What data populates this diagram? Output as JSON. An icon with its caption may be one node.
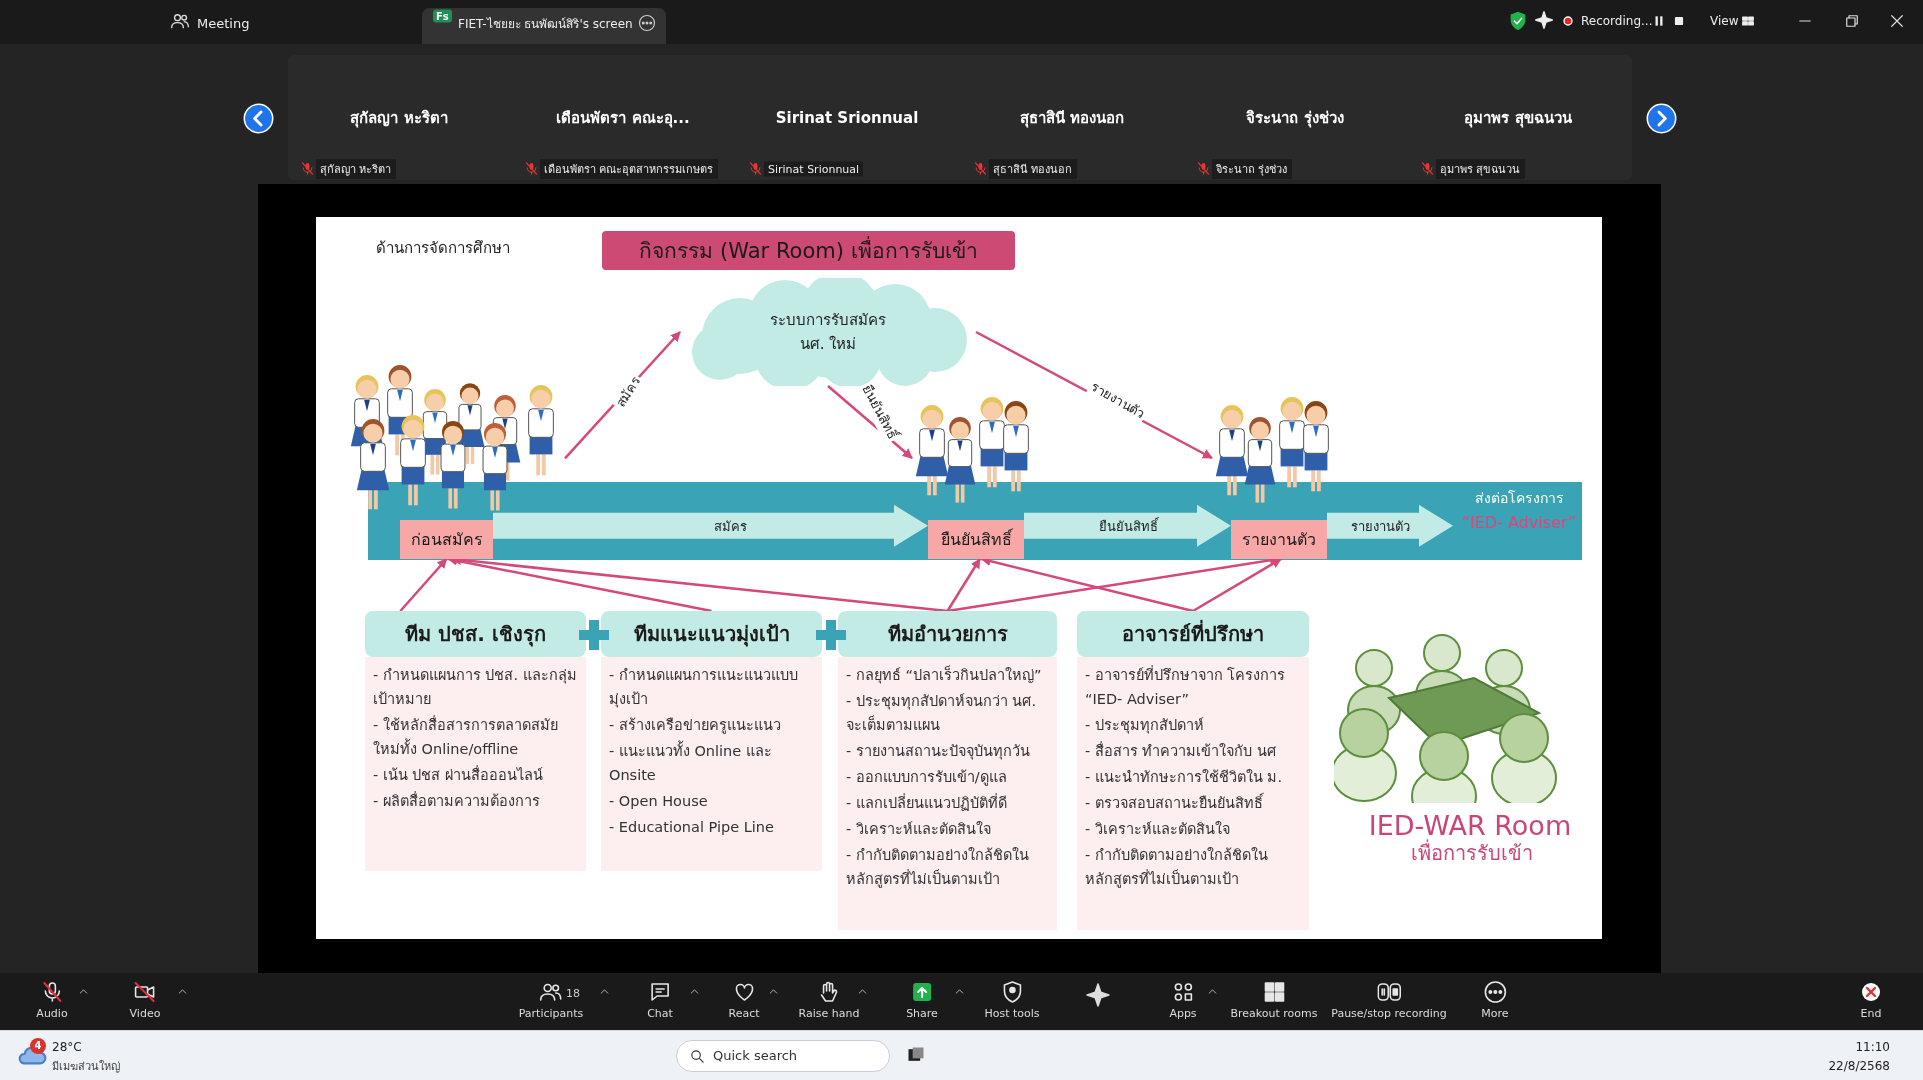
{
  "diagram": {
    "nodes": [
      {
        "text": [
          "กิจกรรม (War Room) เพื่อการรับเข้า"
        ]
      },
      {
        "text": [
          "ระบบการรับสมัคร นศ. ใหม่"
        ]
      },
      {
        "text": [],
        "shape": "picture"
      },
      {
        "text": [],
        "shape": "picture"
      },
      {
        "text": [],
        "shape": "picture"
      },
      {
        "text": [
          "ก่อนสมัคร"
        ]
      },
      {
        "text": [
          "ยืนยันสิทธิ์"
        ]
      },
      {
        "text": [
          "รายงานตัว"
        ]
      },
      {
        "text": [
          "ส่งต่อโครงการ",
          "“IED- Adviser”"
        ]
      },
      {
        "text": [
          "ทีม ปชส. เชิงรุก",
          "- กำหนดแผนการ ปชส. และกลุ่มเป้าหมาย",
          "- ใช้หลักสื่อสารการตลาดสมัยใหม่ทั้ง Online/offline",
          "- เน้น ปชส ผ่านสื่อออนไลน์",
          "- ผลิตสื่อตามความต้องการ"
        ]
      },
      {
        "text": [
          "ทีมแนะแนวมุ่งเป้า",
          "- กำหนดแผนการแนะแนวแบบมุ่งเป้า",
          "- สร้างเครือข่ายครูแนะแนว",
          "- แนะแนวทั้ง Online และ Onsite",
          "- Open House",
          "- Educational Pipe Line"
        ]
      },
      {
        "text": [
          "ทีมอำนวยการ",
          "- กลยุทธ์ “ปลาเร็วกินปลาใหญ่”",
          "- ประชุมทุกสัปดาห์จนกว่า นศ. จะเต็มตามแผน",
          "- รายงานสถานะปัจจุบันทุกวัน",
          "- ออกแบบการรับเข้า/ดูแล",
          "- แลกเปลี่ยนแนวปฏิบัติที่ดี",
          "- วิเคราะห์และตัดสินใจ",
          "- กำกับติดตามอย่างใกล้ชิดในหลักสูตรที่ไม่เป็นตามเป้า"
        ]
      },
      {
        "text": [
          "อาจารย์ที่ปรึกษา",
          "- อาจารย์ที่ปรึกษาจาก โครงการ “IED- Adviser”",
          "- ประชุมทุกสัปดาห์",
          "- สื่อสาร ทำความเข้าใจกับ นศ",
          "- แนะนำทักษะการใช้ชีวิตใน ม.",
          "- ตรวจสอบสถานะยืนยันสิทธิ์",
          "- วิเคราะห์และตัดสินใจ",
          "- กำกับติดตามอย่างใกล้ชิดในหลักสูตรที่ไม่เป็นตามเป้า"
        ]
      }
    ],
    "edges": [
      {
        "from": 2,
        "to": 1,
        "arrow": "to",
        "label": "สมัคร"
      },
      {
        "from": 1,
        "to": 3,
        "arrow": "to",
        "label": "ยืนยันสิทธิ์"
      },
      {
        "from": 1,
        "to": 4,
        "arrow": "to",
        "label": "รายงานตัว"
      },
      {
        "from": 5,
        "to": 6,
        "arrow": "to",
        "label": "สมัคร",
        "style": "thick",
        "color": "#c3ebe5"
      },
      {
        "from": 6,
        "to": 7,
        "arrow": "to",
        "label": "ยืนยันสิทธิ์",
        "style": "thick",
        "color": "#c3ebe5"
      },
      {
        "from": 7,
        "to": 8,
        "arrow": "to",
        "label": "รายงานตัว",
        "style": "thick",
        "color": "#c3ebe5"
      },
      {
        "from": 9,
        "to": 5,
        "arrow": "to"
      },
      {
        "from": 10,
        "to": 5,
        "arrow": "to"
      },
      {
        "from": 11,
        "to": 5,
        "arrow": "to"
      },
      {
        "from": 11,
        "to": 6,
        "arrow": "to"
      },
      {
        "from": 11,
        "to": 7,
        "arrow": "to"
      },
      {
        "from": 12,
        "to": 6,
        "arrow": "to"
      },
      {
        "from": 12,
        "to": 7,
        "arrow": "to"
      }
    ],
    "labels": [
      "Meeting",
      "Fs",
      "FIET-ไชยยะ ธนพัฒน์สิริ's screen",
      "Recording...",
      "View",
      "สุกัลญา หะริตา",
      "เดือนพัตรา คณะอุ...",
      "Sirinat Srionnual",
      "สุธาสินี ทองนอก",
      "จิระนาถ รุ่งช่วง",
      "อุมาพร สุขฉนวน",
      "สุกัลญา หะริตา",
      "เดือนพัตรา คณะอุตสาหกรรมเกษตร",
      "Sirinat Srionnual",
      "สุธาสินี ทองนอก",
      "จิระนาถ รุ่งช่วง",
      "อุมาพร สุขฉนวน",
      "ด้านการจัดการศึกษา",
      "IED-WAR Room",
      "เพื่อการรับเข้า",
      "Audio",
      "Video",
      "18",
      "Participants",
      "Chat",
      "React",
      "Raise hand",
      "Share",
      "Host tools",
      "Apps",
      "Breakout rooms",
      "Pause/stop recording",
      "More",
      "End",
      "4",
      "28°C",
      "มีเมฆส่วนใหญ่",
      "Quick search",
      "11:10",
      "22/8/2568"
    ]
  }
}
